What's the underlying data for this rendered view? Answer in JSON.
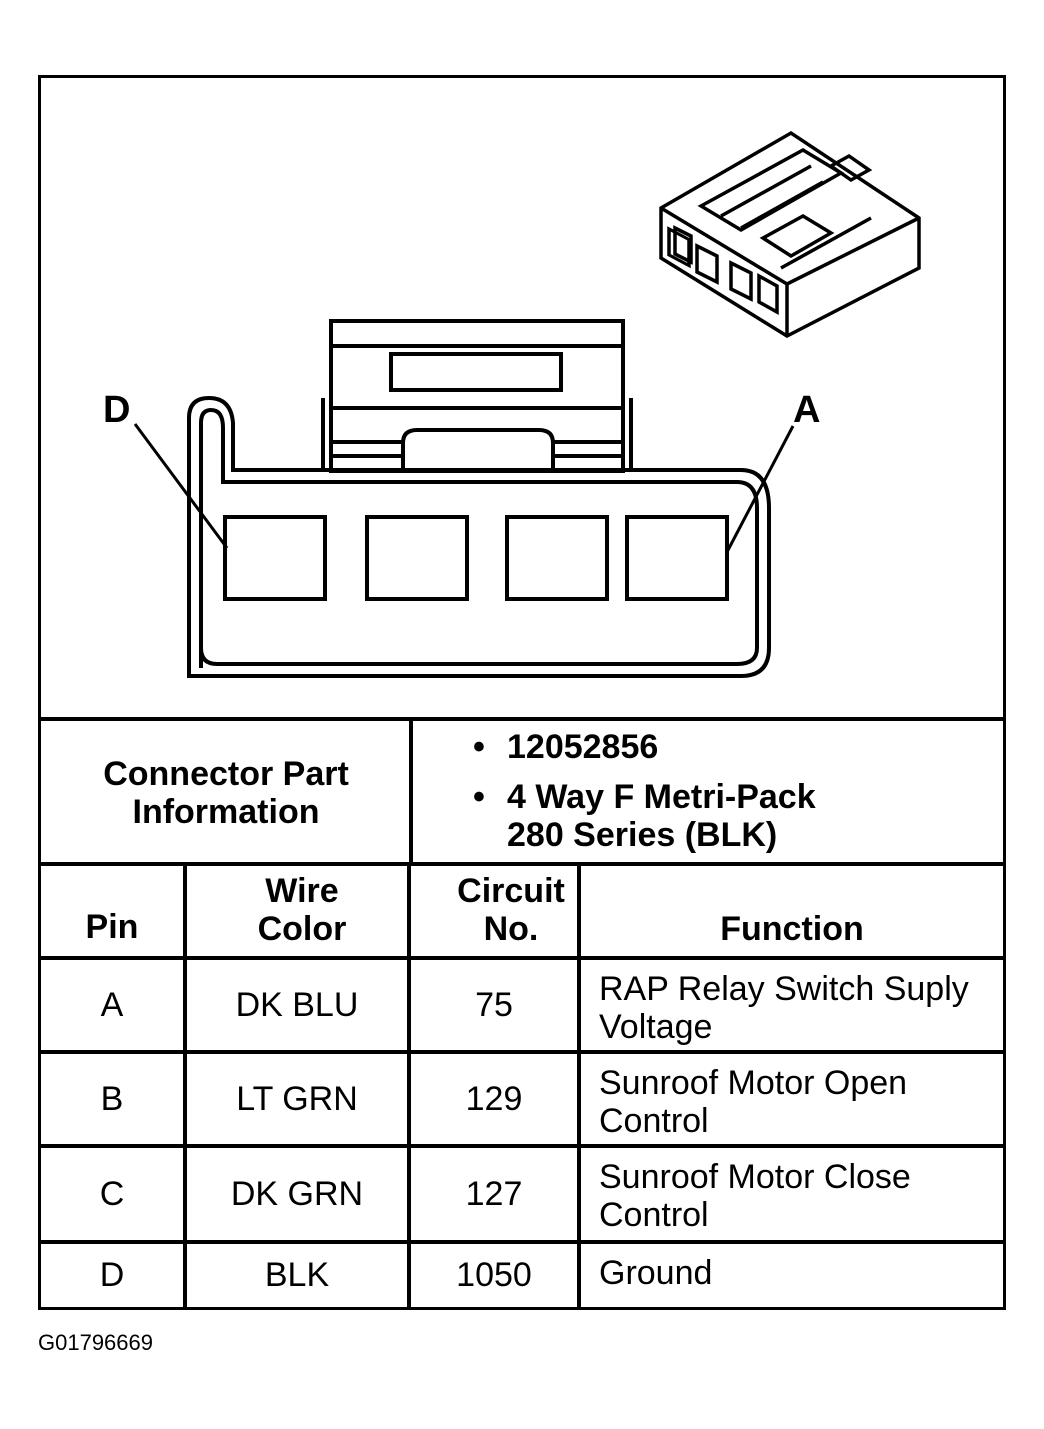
{
  "diagram": {
    "pin_labels": {
      "left": "D",
      "right": "A"
    }
  },
  "connector_info": {
    "title": "Connector Part Information",
    "items": [
      "12052856",
      "4 Way F Metri-Pack 280 Series (BLK)"
    ]
  },
  "table": {
    "headers": [
      "Pin",
      "Wire Color",
      "Circuit No.",
      "Function"
    ],
    "rows": [
      {
        "pin": "A",
        "wire_color": "DK BLU",
        "circuit": "75",
        "function": "RAP Relay Switch Suply Voltage"
      },
      {
        "pin": "B",
        "wire_color": "LT GRN",
        "circuit": "129",
        "function": "Sunroof Motor Open Control"
      },
      {
        "pin": "C",
        "wire_color": "DK GRN",
        "circuit": "127",
        "function": "Sunroof Motor Close Control"
      },
      {
        "pin": "D",
        "wire_color": "BLK",
        "circuit": "1050",
        "function": "Ground"
      }
    ]
  },
  "footer_code": "G01796669"
}
